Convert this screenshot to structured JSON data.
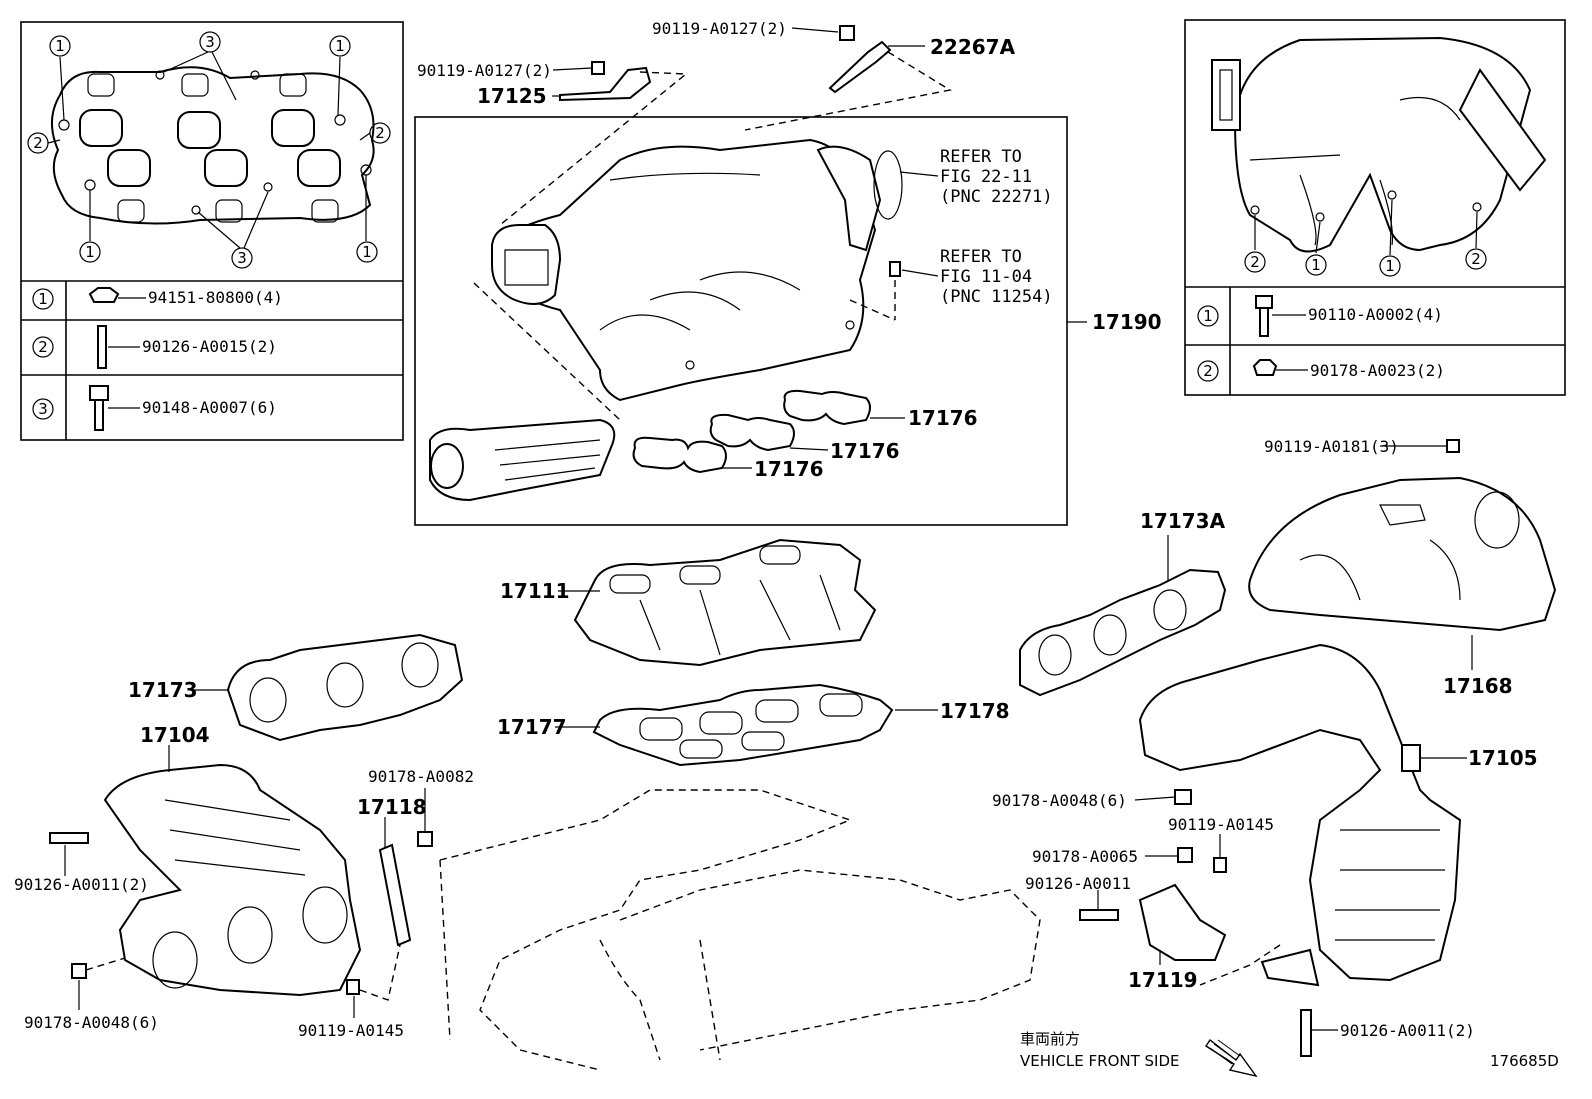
{
  "diagram_id": "176685D",
  "direction_label_jp": "車両前方",
  "direction_label_en": "VEHICLE FRONT SIDE",
  "references": [
    {
      "line1": "REFER TO",
      "line2": "FIG 22-11",
      "line3": "(PNC 22271)"
    },
    {
      "line1": "REFER TO",
      "line2": "FIG 11-04",
      "line3": "(PNC 11254)"
    }
  ],
  "left_legend": [
    {
      "marker": "1",
      "part": "94151-80800(4)"
    },
    {
      "marker": "2",
      "part": "90126-A0015(2)"
    },
    {
      "marker": "3",
      "part": "90148-A0007(6)"
    }
  ],
  "right_legend": [
    {
      "marker": "1",
      "part": "90110-A0002(4)"
    },
    {
      "marker": "2",
      "part": "90178-A0023(2)"
    }
  ],
  "inset_left_markers": {
    "m1": "1",
    "m2": "2",
    "m3": "3"
  },
  "labels": {
    "p90119_A0127_a": "90119-A0127(2)",
    "p90119_A0127_b": "90119-A0127(2)",
    "p22267A": "22267A",
    "p17125": "17125",
    "p17190": "17190",
    "p17176_a": "17176",
    "p17176_b": "17176",
    "p17176_c": "17176",
    "p90119_A0181": "90119-A0181(3)",
    "p17173A": "17173A",
    "p17168": "17168",
    "p17111": "17111",
    "p17173": "17173",
    "p17104": "17104",
    "p17177": "17177",
    "p17178": "17178",
    "p17105": "17105",
    "p90178_A0082": "90178-A0082",
    "p17118": "17118",
    "p90178_A0048_r": "90178-A0048(6)",
    "p90119_A0145_r": "90119-A0145",
    "p90178_A0065": "90178-A0065",
    "p90126_A0011_m": "90126-A0011",
    "p17119": "17119",
    "p90126_A0011_l": "90126-A0011(2)",
    "p90178_A0048_l": "90178-A0048(6)",
    "p90119_A0145_l": "90119-A0145",
    "p90126_A0011_r": "90126-A0011(2)"
  },
  "colors": {
    "ink": "#000000",
    "paper": "#ffffff"
  }
}
